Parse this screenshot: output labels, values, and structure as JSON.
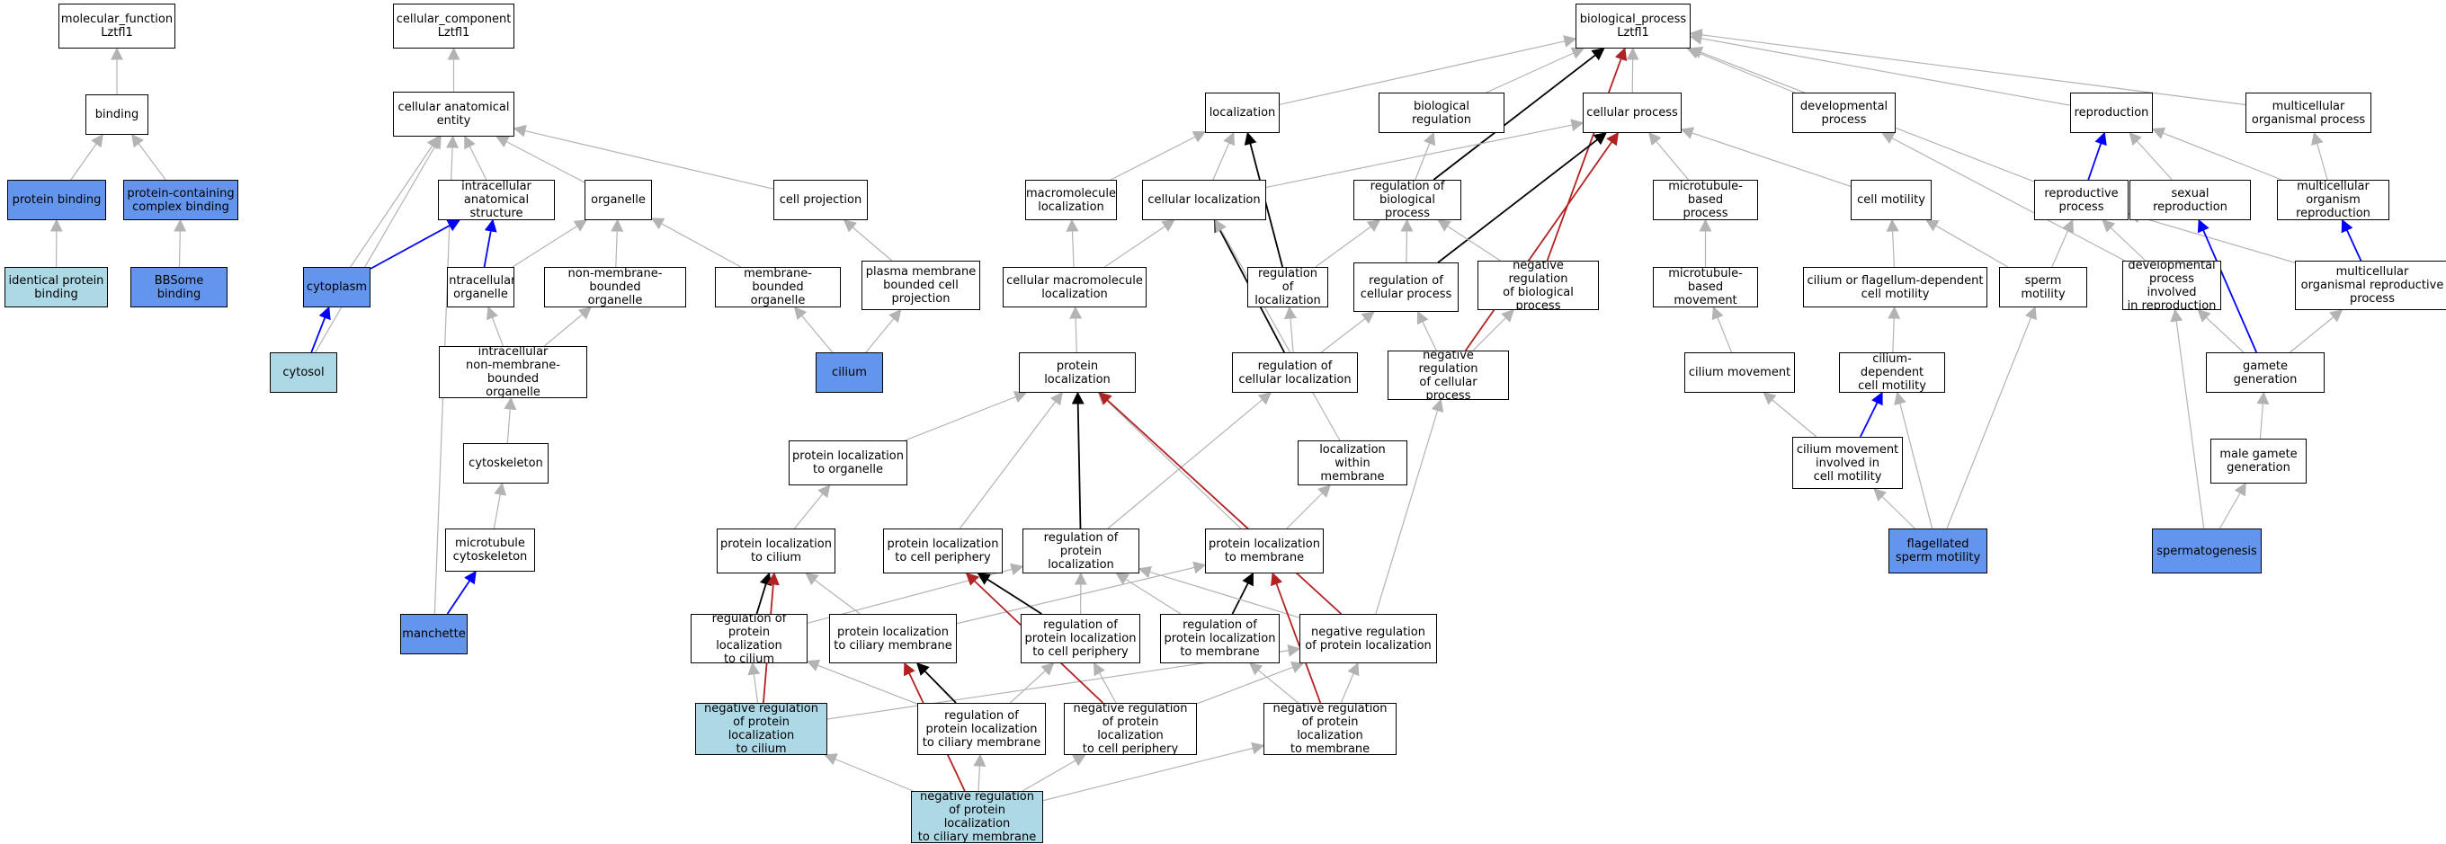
{
  "graph": {
    "nodes": [
      {
        "id": "mf",
        "label": "molecular_function\nLztfl1",
        "fill": "#ffffff"
      },
      {
        "id": "binding",
        "label": "binding",
        "fill": "#ffffff"
      },
      {
        "id": "pb",
        "label": "protein binding",
        "fill": "#6495ed"
      },
      {
        "id": "ipb",
        "label": "identical protein\nbinding",
        "fill": "#add8e6"
      },
      {
        "id": "pccb",
        "label": "protein-containing\ncomplex binding",
        "fill": "#6495ed"
      },
      {
        "id": "bbs",
        "label": "BBSome binding",
        "fill": "#6495ed"
      },
      {
        "id": "cc",
        "label": "cellular_component\nLztfl1",
        "fill": "#ffffff"
      },
      {
        "id": "cae",
        "label": "cellular anatomical\nentity",
        "fill": "#ffffff"
      },
      {
        "id": "ias",
        "label": "intracellular\nanatomical structure",
        "fill": "#ffffff"
      },
      {
        "id": "organelle",
        "label": "organelle",
        "fill": "#ffffff"
      },
      {
        "id": "cproj",
        "label": "cell projection",
        "fill": "#ffffff"
      },
      {
        "id": "cytoplasm",
        "label": "cytoplasm",
        "fill": "#6495ed"
      },
      {
        "id": "iorg",
        "label": "intracellular\norganelle",
        "fill": "#ffffff"
      },
      {
        "id": "nmbo",
        "label": "non-membrane-bounded\norganelle",
        "fill": "#ffffff"
      },
      {
        "id": "mbo",
        "label": "membrane-bounded\norganelle",
        "fill": "#ffffff"
      },
      {
        "id": "pmbcp",
        "label": "plasma membrane\nbounded cell\nprojection",
        "fill": "#ffffff"
      },
      {
        "id": "cytosol",
        "label": "cytosol",
        "fill": "#add8e6"
      },
      {
        "id": "inmbo",
        "label": "intracellular\nnon-membrane-bounded\norganelle",
        "fill": "#ffffff"
      },
      {
        "id": "cilium",
        "label": "cilium",
        "fill": "#6495ed"
      },
      {
        "id": "cytoskeleton",
        "label": "cytoskeleton",
        "fill": "#ffffff"
      },
      {
        "id": "mtcs",
        "label": "microtubule\ncytoskeleton",
        "fill": "#ffffff"
      },
      {
        "id": "manchette",
        "label": "manchette",
        "fill": "#6495ed"
      },
      {
        "id": "bp",
        "label": "biological_process\nLztfl1",
        "fill": "#ffffff"
      },
      {
        "id": "loc",
        "label": "localization",
        "fill": "#ffffff"
      },
      {
        "id": "breg",
        "label": "biological regulation",
        "fill": "#ffffff"
      },
      {
        "id": "cproc",
        "label": "cellular process",
        "fill": "#ffffff"
      },
      {
        "id": "devp",
        "label": "developmental\nprocess",
        "fill": "#ffffff"
      },
      {
        "id": "repro",
        "label": "reproduction",
        "fill": "#ffffff"
      },
      {
        "id": "mop",
        "label": "multicellular\norganismal process",
        "fill": "#ffffff"
      },
      {
        "id": "mml",
        "label": "macromolecule\nlocalization",
        "fill": "#ffffff"
      },
      {
        "id": "cloc",
        "label": "cellular localization",
        "fill": "#ffffff"
      },
      {
        "id": "rbp",
        "label": "regulation of\nbiological process",
        "fill": "#ffffff"
      },
      {
        "id": "mtbp",
        "label": "microtubule-based\nprocess",
        "fill": "#ffffff"
      },
      {
        "id": "cmot",
        "label": "cell motility",
        "fill": "#ffffff"
      },
      {
        "id": "rproc",
        "label": "reproductive\nprocess",
        "fill": "#ffffff"
      },
      {
        "id": "srep",
        "label": "sexual reproduction",
        "fill": "#ffffff"
      },
      {
        "id": "mor",
        "label": "multicellular\norganism reproduction",
        "fill": "#ffffff"
      },
      {
        "id": "cmml",
        "label": "cellular macromolecule\nlocalization",
        "fill": "#ffffff"
      },
      {
        "id": "rloc",
        "label": "regulation of\nlocalization",
        "fill": "#ffffff"
      },
      {
        "id": "rcp",
        "label": "regulation of\ncellular process",
        "fill": "#ffffff"
      },
      {
        "id": "nrbp",
        "label": "negative regulation\nof biological\nprocess",
        "fill": "#ffffff"
      },
      {
        "id": "mtbm",
        "label": "microtubule-based\nmovement",
        "fill": "#ffffff"
      },
      {
        "id": "cfdcm",
        "label": "cilium or flagellum-dependent\ncell motility",
        "fill": "#ffffff"
      },
      {
        "id": "spmot",
        "label": "sperm motility",
        "fill": "#ffffff"
      },
      {
        "id": "dpir",
        "label": "developmental\nprocess involved\nin reproduction",
        "fill": "#ffffff"
      },
      {
        "id": "morp",
        "label": "multicellular\norganismal reproductive\nprocess",
        "fill": "#ffffff"
      },
      {
        "id": "ploc",
        "label": "protein localization",
        "fill": "#ffffff"
      },
      {
        "id": "rcloc",
        "label": "regulation of\ncellular localization",
        "fill": "#ffffff"
      },
      {
        "id": "nrcp",
        "label": "negative regulation\nof cellular\nprocess",
        "fill": "#ffffff"
      },
      {
        "id": "cmov",
        "label": "cilium movement",
        "fill": "#ffffff"
      },
      {
        "id": "cdcm",
        "label": "cilium-dependent\ncell motility",
        "fill": "#ffffff"
      },
      {
        "id": "ggen",
        "label": "gamete generation",
        "fill": "#ffffff"
      },
      {
        "id": "plorg",
        "label": "protein localization\nto organelle",
        "fill": "#ffffff"
      },
      {
        "id": "lwm",
        "label": "localization\nwithin membrane",
        "fill": "#ffffff"
      },
      {
        "id": "cmicm",
        "label": "cilium movement\ninvolved in\ncell motility",
        "fill": "#ffffff"
      },
      {
        "id": "mgg",
        "label": "male gamete\ngeneration",
        "fill": "#ffffff"
      },
      {
        "id": "plcil",
        "label": "protein localization\nto cilium",
        "fill": "#ffffff"
      },
      {
        "id": "plcp",
        "label": "protein localization\nto cell periphery",
        "fill": "#ffffff"
      },
      {
        "id": "rpl",
        "label": "regulation of\nprotein localization",
        "fill": "#ffffff"
      },
      {
        "id": "plmem",
        "label": "protein localization\nto membrane",
        "fill": "#ffffff"
      },
      {
        "id": "fsm",
        "label": "flagellated\nsperm motility",
        "fill": "#6495ed"
      },
      {
        "id": "spgen",
        "label": "spermatogenesis",
        "fill": "#6495ed"
      },
      {
        "id": "rplc",
        "label": "regulation of\nprotein localization\nto cilium",
        "fill": "#ffffff"
      },
      {
        "id": "plcm",
        "label": "protein localization\nto ciliary membrane",
        "fill": "#ffffff"
      },
      {
        "id": "rplcp",
        "label": "regulation of\nprotein localization\nto cell periphery",
        "fill": "#ffffff"
      },
      {
        "id": "rplm",
        "label": "regulation of\nprotein localization\nto membrane",
        "fill": "#ffffff"
      },
      {
        "id": "nrpl",
        "label": "negative regulation\nof protein localization",
        "fill": "#ffffff"
      },
      {
        "id": "nrplc",
        "label": "negative regulation\nof protein localization\nto cilium",
        "fill": "#add8e6"
      },
      {
        "id": "rplcm",
        "label": "regulation of\nprotein localization\nto ciliary membrane",
        "fill": "#ffffff"
      },
      {
        "id": "nrplcp",
        "label": "negative regulation\nof protein localization\nto cell periphery",
        "fill": "#ffffff"
      },
      {
        "id": "nrplm",
        "label": "negative regulation\nof protein localization\nto membrane",
        "fill": "#ffffff"
      },
      {
        "id": "nrplcm",
        "label": "negative regulation\nof protein localization\nto ciliary membrane",
        "fill": "#add8e6"
      }
    ],
    "edge_colors": {
      "is_a": "#b3b3b3",
      "part_of": "#0000ff",
      "regulates": "#000000",
      "negatively_regulates": "#b22222"
    },
    "edges": [
      {
        "from": "binding",
        "to": "mf",
        "type": "is_a"
      },
      {
        "from": "pb",
        "to": "binding",
        "type": "is_a"
      },
      {
        "from": "pccb",
        "to": "binding",
        "type": "is_a"
      },
      {
        "from": "ipb",
        "to": "pb",
        "type": "is_a"
      },
      {
        "from": "bbs",
        "to": "pccb",
        "type": "is_a"
      },
      {
        "from": "cae",
        "to": "cc",
        "type": "is_a"
      },
      {
        "from": "ias",
        "to": "cae",
        "type": "is_a"
      },
      {
        "from": "organelle",
        "to": "cae",
        "type": "is_a"
      },
      {
        "from": "cproj",
        "to": "cae",
        "type": "is_a"
      },
      {
        "from": "cytoplasm",
        "to": "cae",
        "type": "is_a"
      },
      {
        "from": "cytosol",
        "to": "cae",
        "type": "is_a"
      },
      {
        "from": "manchette",
        "to": "cae",
        "type": "is_a"
      },
      {
        "from": "cytoplasm",
        "to": "ias",
        "type": "part_of"
      },
      {
        "from": "iorg",
        "to": "ias",
        "type": "part_of"
      },
      {
        "from": "iorg",
        "to": "organelle",
        "type": "is_a"
      },
      {
        "from": "nmbo",
        "to": "organelle",
        "type": "is_a"
      },
      {
        "from": "mbo",
        "to": "organelle",
        "type": "is_a"
      },
      {
        "from": "pmbcp",
        "to": "cproj",
        "type": "is_a"
      },
      {
        "from": "cytosol",
        "to": "cytoplasm",
        "type": "part_of"
      },
      {
        "from": "inmbo",
        "to": "iorg",
        "type": "is_a"
      },
      {
        "from": "inmbo",
        "to": "nmbo",
        "type": "is_a"
      },
      {
        "from": "cilium",
        "to": "mbo",
        "type": "is_a"
      },
      {
        "from": "cilium",
        "to": "pmbcp",
        "type": "is_a"
      },
      {
        "from": "cytoskeleton",
        "to": "inmbo",
        "type": "is_a"
      },
      {
        "from": "mtcs",
        "to": "cytoskeleton",
        "type": "is_a"
      },
      {
        "from": "manchette",
        "to": "mtcs",
        "type": "part_of"
      },
      {
        "from": "loc",
        "to": "bp",
        "type": "is_a"
      },
      {
        "from": "breg",
        "to": "bp",
        "type": "is_a"
      },
      {
        "from": "cproc",
        "to": "bp",
        "type": "is_a"
      },
      {
        "from": "devp",
        "to": "bp",
        "type": "is_a"
      },
      {
        "from": "repro",
        "to": "bp",
        "type": "is_a"
      },
      {
        "from": "mop",
        "to": "bp",
        "type": "is_a"
      },
      {
        "from": "rbp",
        "to": "bp",
        "type": "regulates"
      },
      {
        "from": "nrbp",
        "to": "bp",
        "type": "negatively_regulates"
      },
      {
        "from": "rproc",
        "to": "bp",
        "type": "is_a"
      },
      {
        "from": "mml",
        "to": "loc",
        "type": "is_a"
      },
      {
        "from": "cloc",
        "to": "loc",
        "type": "is_a"
      },
      {
        "from": "rloc",
        "to": "loc",
        "type": "regulates"
      },
      {
        "from": "cloc",
        "to": "cproc",
        "type": "is_a"
      },
      {
        "from": "rbp",
        "to": "breg",
        "type": "is_a"
      },
      {
        "from": "mtbp",
        "to": "cproc",
        "type": "is_a"
      },
      {
        "from": "cmot",
        "to": "cproc",
        "type": "is_a"
      },
      {
        "from": "rcp",
        "to": "cproc",
        "type": "regulates"
      },
      {
        "from": "nrcp",
        "to": "cproc",
        "type": "negatively_regulates"
      },
      {
        "from": "rproc",
        "to": "repro",
        "type": "part_of"
      },
      {
        "from": "srep",
        "to": "repro",
        "type": "is_a"
      },
      {
        "from": "mor",
        "to": "repro",
        "type": "is_a"
      },
      {
        "from": "mor",
        "to": "mop",
        "type": "is_a"
      },
      {
        "from": "dpir",
        "to": "devp",
        "type": "is_a"
      },
      {
        "from": "cmml",
        "to": "mml",
        "type": "is_a"
      },
      {
        "from": "cmml",
        "to": "cloc",
        "type": "is_a"
      },
      {
        "from": "rloc",
        "to": "rbp",
        "type": "is_a"
      },
      {
        "from": "rcp",
        "to": "rbp",
        "type": "is_a"
      },
      {
        "from": "nrbp",
        "to": "rbp",
        "type": "is_a"
      },
      {
        "from": "mtbm",
        "to": "mtbp",
        "type": "is_a"
      },
      {
        "from": "cfdcm",
        "to": "cmot",
        "type": "is_a"
      },
      {
        "from": "spmot",
        "to": "cmot",
        "type": "is_a"
      },
      {
        "from": "spmot",
        "to": "rproc",
        "type": "is_a"
      },
      {
        "from": "dpir",
        "to": "rproc",
        "type": "is_a"
      },
      {
        "from": "morp",
        "to": "rproc",
        "type": "is_a"
      },
      {
        "from": "ggen",
        "to": "srep",
        "type": "part_of"
      },
      {
        "from": "morp",
        "to": "mor",
        "type": "part_of"
      },
      {
        "from": "ploc",
        "to": "cmml",
        "type": "is_a"
      },
      {
        "from": "rcloc",
        "to": "rloc",
        "type": "is_a"
      },
      {
        "from": "rcloc",
        "to": "rcp",
        "type": "is_a"
      },
      {
        "from": "rcloc",
        "to": "cloc",
        "type": "regulates"
      },
      {
        "from": "nrcp",
        "to": "rcp",
        "type": "is_a"
      },
      {
        "from": "nrcp",
        "to": "nrbp",
        "type": "is_a"
      },
      {
        "from": "cmov",
        "to": "mtbm",
        "type": "is_a"
      },
      {
        "from": "cdcm",
        "to": "cfdcm",
        "type": "is_a"
      },
      {
        "from": "ggen",
        "to": "dpir",
        "type": "is_a"
      },
      {
        "from": "ggen",
        "to": "morp",
        "type": "is_a"
      },
      {
        "from": "plorg",
        "to": "ploc",
        "type": "is_a"
      },
      {
        "from": "lwm",
        "to": "cloc",
        "type": "is_a"
      },
      {
        "from": "cmicm",
        "to": "cmov",
        "type": "is_a"
      },
      {
        "from": "cmicm",
        "to": "cdcm",
        "type": "part_of"
      },
      {
        "from": "mgg",
        "to": "ggen",
        "type": "is_a"
      },
      {
        "from": "plcil",
        "to": "plorg",
        "type": "is_a"
      },
      {
        "from": "plcp",
        "to": "ploc",
        "type": "is_a"
      },
      {
        "from": "rpl",
        "to": "rcloc",
        "type": "is_a"
      },
      {
        "from": "rpl",
        "to": "ploc",
        "type": "regulates"
      },
      {
        "from": "plmem",
        "to": "ploc",
        "type": "is_a"
      },
      {
        "from": "plmem",
        "to": "lwm",
        "type": "is_a"
      },
      {
        "from": "fsm",
        "to": "cmicm",
        "type": "is_a"
      },
      {
        "from": "fsm",
        "to": "cdcm",
        "type": "is_a"
      },
      {
        "from": "fsm",
        "to": "spmot",
        "type": "is_a"
      },
      {
        "from": "spgen",
        "to": "mgg",
        "type": "is_a"
      },
      {
        "from": "spgen",
        "to": "dpir",
        "type": "is_a"
      },
      {
        "from": "rplc",
        "to": "rpl",
        "type": "is_a"
      },
      {
        "from": "rplc",
        "to": "plcil",
        "type": "regulates"
      },
      {
        "from": "plcm",
        "to": "plcil",
        "type": "is_a"
      },
      {
        "from": "plcm",
        "to": "plmem",
        "type": "is_a"
      },
      {
        "from": "rplcp",
        "to": "rpl",
        "type": "is_a"
      },
      {
        "from": "rplcp",
        "to": "plcp",
        "type": "regulates"
      },
      {
        "from": "rplm",
        "to": "rpl",
        "type": "is_a"
      },
      {
        "from": "rplm",
        "to": "plmem",
        "type": "regulates"
      },
      {
        "from": "nrpl",
        "to": "rpl",
        "type": "is_a"
      },
      {
        "from": "nrpl",
        "to": "ploc",
        "type": "negatively_regulates"
      },
      {
        "from": "nrpl",
        "to": "nrcp",
        "type": "is_a"
      },
      {
        "from": "nrplc",
        "to": "rplc",
        "type": "is_a"
      },
      {
        "from": "nrplc",
        "to": "nrpl",
        "type": "is_a"
      },
      {
        "from": "nrplc",
        "to": "plcil",
        "type": "negatively_regulates"
      },
      {
        "from": "rplcm",
        "to": "plcm",
        "type": "regulates"
      },
      {
        "from": "rplcm",
        "to": "rplc",
        "type": "is_a"
      },
      {
        "from": "rplcm",
        "to": "rplcp",
        "type": "is_a"
      },
      {
        "from": "nrplcp",
        "to": "rplcp",
        "type": "is_a"
      },
      {
        "from": "nrplcp",
        "to": "nrpl",
        "type": "is_a"
      },
      {
        "from": "nrplcp",
        "to": "plcp",
        "type": "negatively_regulates"
      },
      {
        "from": "nrplm",
        "to": "rplm",
        "type": "is_a"
      },
      {
        "from": "nrplm",
        "to": "nrpl",
        "type": "is_a"
      },
      {
        "from": "nrplm",
        "to": "plmem",
        "type": "negatively_regulates"
      },
      {
        "from": "nrplcm",
        "to": "rplcm",
        "type": "is_a"
      },
      {
        "from": "nrplcm",
        "to": "nrplc",
        "type": "is_a"
      },
      {
        "from": "nrplcm",
        "to": "nrplcp",
        "type": "is_a"
      },
      {
        "from": "nrplcm",
        "to": "nrplm",
        "type": "is_a"
      },
      {
        "from": "nrplcm",
        "to": "plcm",
        "type": "negatively_regulates"
      }
    ]
  }
}
